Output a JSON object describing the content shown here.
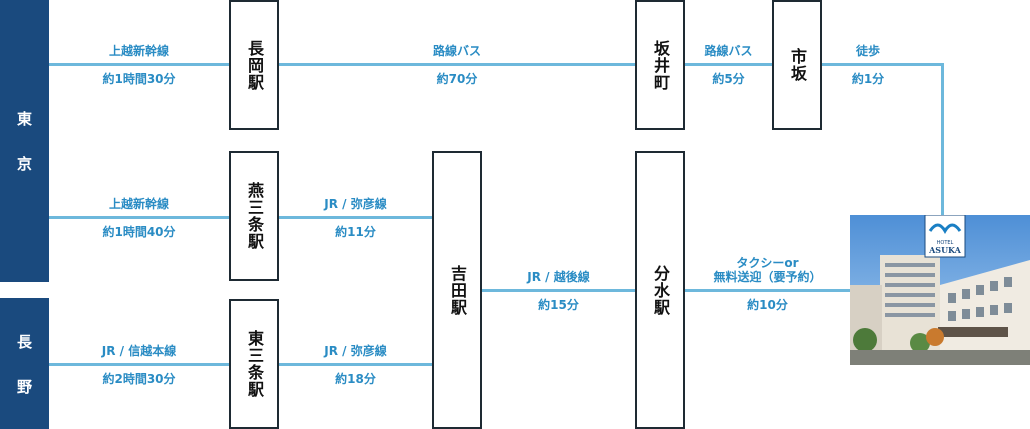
{
  "origins": {
    "tokyo": {
      "chars": [
        "東",
        "京"
      ]
    },
    "nagano": {
      "chars": [
        "長",
        "野"
      ]
    }
  },
  "stations": {
    "nagaoka": "長岡駅",
    "sakaimachi": "坂井町",
    "ichisaka": "市坂",
    "tsubamesanjo": "燕三条駅",
    "yoshida": "吉田駅",
    "bunsui": "分水駅",
    "higashisanjo": "東三条駅"
  },
  "segments": {
    "tokyo_nagaoka": {
      "line": "上越新幹線",
      "time": "約1時間30分"
    },
    "nagaoka_sakai": {
      "line": "路線バス",
      "time": "約70分"
    },
    "sakai_ichisaka": {
      "line": "路線バス",
      "time": "約5分"
    },
    "ichisaka_hotel": {
      "line": "徒歩",
      "time": "約1分"
    },
    "tokyo_tsubame": {
      "line": "上越新幹線",
      "time": "約1時間40分"
    },
    "tsubame_yoshida": {
      "line": "JR / 弥彦線",
      "time": "約11分"
    },
    "yoshida_bunsui": {
      "line": "JR / 越後線",
      "time": "約15分"
    },
    "bunsui_hotel": {
      "line1": "タクシーor",
      "line2": "無料送迎（要予約）",
      "time": "約10分"
    },
    "nagano_higashi": {
      "line": "JR / 信越本線",
      "time": "約2時間30分"
    },
    "higashi_yoshida": {
      "line": "JR / 弥彦線",
      "time": "約18分"
    }
  },
  "hotel": {
    "sign_small": "HOTEL",
    "sign_name": "ASUKA"
  },
  "colors": {
    "origin": "#1a4a7e",
    "route_line": "#6db8dc",
    "route_text": "#2a8cc4",
    "station_border": "#1e2a33"
  }
}
